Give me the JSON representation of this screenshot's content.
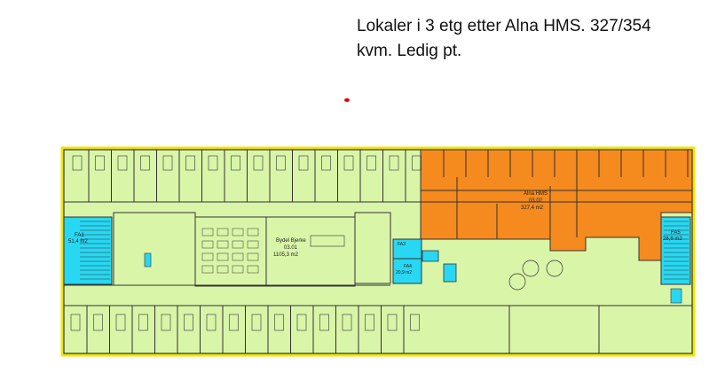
{
  "caption": {
    "line1": "Lokaler i 3 etg etter Alna HMS. 327/354",
    "line2": "kvm. Ledig pt."
  },
  "colors": {
    "floor": "#d9f5a8",
    "orange": "#f58a1e",
    "cyan": "#28d7f2",
    "wall": "#333333",
    "outline": "#f2e600",
    "marker": "#e00000"
  },
  "rooms": {
    "fa1": {
      "code": "FA1",
      "area": "51,4 m2"
    },
    "fa5": {
      "code": "FA5",
      "area": "28,8 m2"
    },
    "fa3": {
      "code": "FA3"
    },
    "fa4": {
      "code": "FA4",
      "area": "20,9 m2"
    },
    "center": {
      "name": "Bydel Bjerke",
      "number": "03.01",
      "area": "1105,3 m2"
    },
    "alna": {
      "name": "Alna HMS",
      "number": "03.02",
      "area": "327,4 m2"
    }
  }
}
